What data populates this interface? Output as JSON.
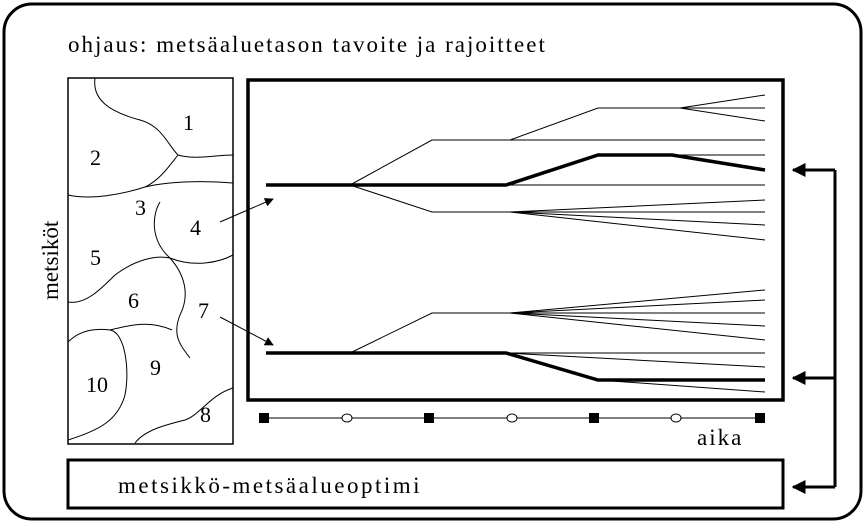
{
  "title": "ohjaus: metsäaluetason tavoite ja rajoitteet",
  "side_label": "metsiköt",
  "stand_numbers": [
    "1",
    "2",
    "3",
    "4",
    "5",
    "6",
    "7",
    "8",
    "9",
    "10"
  ],
  "time_label": "aika",
  "bottom_box_label": "metsikkö-metsäalueoptimi"
}
